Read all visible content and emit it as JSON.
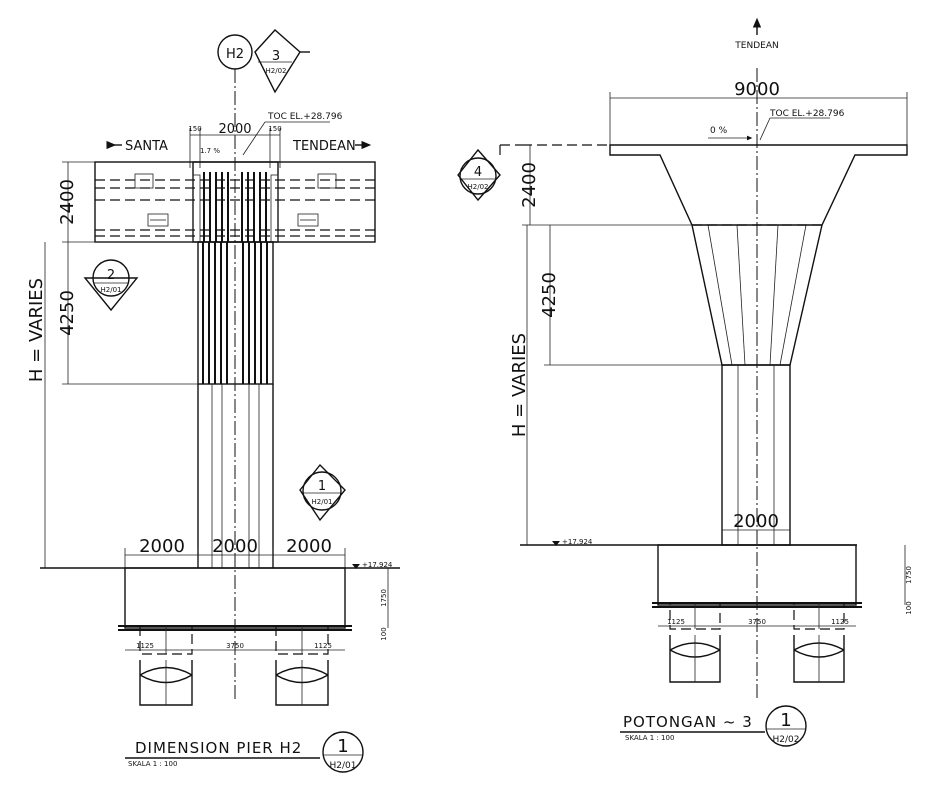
{
  "left_view": {
    "grid_label": "H2",
    "section_marker_3": {
      "number": "3",
      "ref": "H2/02"
    },
    "section_marker_2": {
      "number": "2",
      "ref": "H2/01"
    },
    "section_marker_1": {
      "number": "1",
      "ref": "H2/01"
    },
    "dim_top_total": "2000",
    "dim_top_left": "150",
    "dim_top_right": "150",
    "toc_label": "TOC EL.+28.796",
    "slope_label": "1.7 %",
    "direction_left": "SANTA",
    "direction_right": "TENDEAN",
    "dim_head_height": "2400",
    "dim_taper_height": "4250",
    "dim_h_varies": "H = VARIES",
    "dim_pile_left": "2000",
    "dim_pile_center": "2000",
    "dim_pile_right": "2000",
    "level_label": "+17.924",
    "dim_cap_height": "1750",
    "dim_lean": "100",
    "dim_pile_edge_left": "1125",
    "dim_pile_spacing": "3750",
    "dim_pile_edge_right": "1125",
    "title": "DIMENSION PIER H2",
    "scale": "SKALA 1 : 100",
    "title_marker": {
      "number": "1",
      "ref": "H2/01"
    }
  },
  "right_view": {
    "north_label": "TENDEAN",
    "dim_top_width": "9000",
    "toc_label": "TOC EL.+28.796",
    "slope_label": "0 %",
    "section_marker_4": {
      "number": "4",
      "ref": "H2/02"
    },
    "dim_head_height": "2400",
    "dim_taper_height": "4250",
    "dim_h_varies": "H = VARIES",
    "dim_column_width": "2000",
    "level_label": "+17.924",
    "dim_cap_height": "1750",
    "dim_lean": "100",
    "dim_pile_edge_left": "1125",
    "dim_pile_spacing": "3750",
    "dim_pile_edge_right": "1125",
    "title": "POTONGAN ~ 3",
    "scale": "SKALA 1 : 100",
    "title_marker": {
      "number": "1",
      "ref": "H2/02"
    }
  }
}
